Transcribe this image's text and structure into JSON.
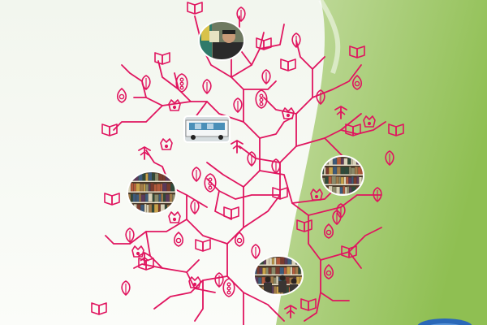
{
  "colors": {
    "background_left": "#f2f6ee",
    "background_green_light": "#c6dda4",
    "background_green_dark": "#8fbf52",
    "tree_line": "#e0155f",
    "accent_blue": "#2a68b8"
  },
  "icons": [
    "open-book-icon",
    "leaf-icon",
    "flower-bud-icon",
    "arrow-head-icon"
  ],
  "photos": [
    {
      "name": "photo-reader-with-books",
      "depicts": "person-reading"
    },
    {
      "name": "photo-bookmobile",
      "depicts": "bus"
    },
    {
      "name": "photo-bookshelf-left",
      "depicts": "bookshelf"
    },
    {
      "name": "photo-bookshelf-right",
      "depicts": "bookshelf"
    },
    {
      "name": "photo-library-interior",
      "depicts": "bookshelf"
    }
  ]
}
